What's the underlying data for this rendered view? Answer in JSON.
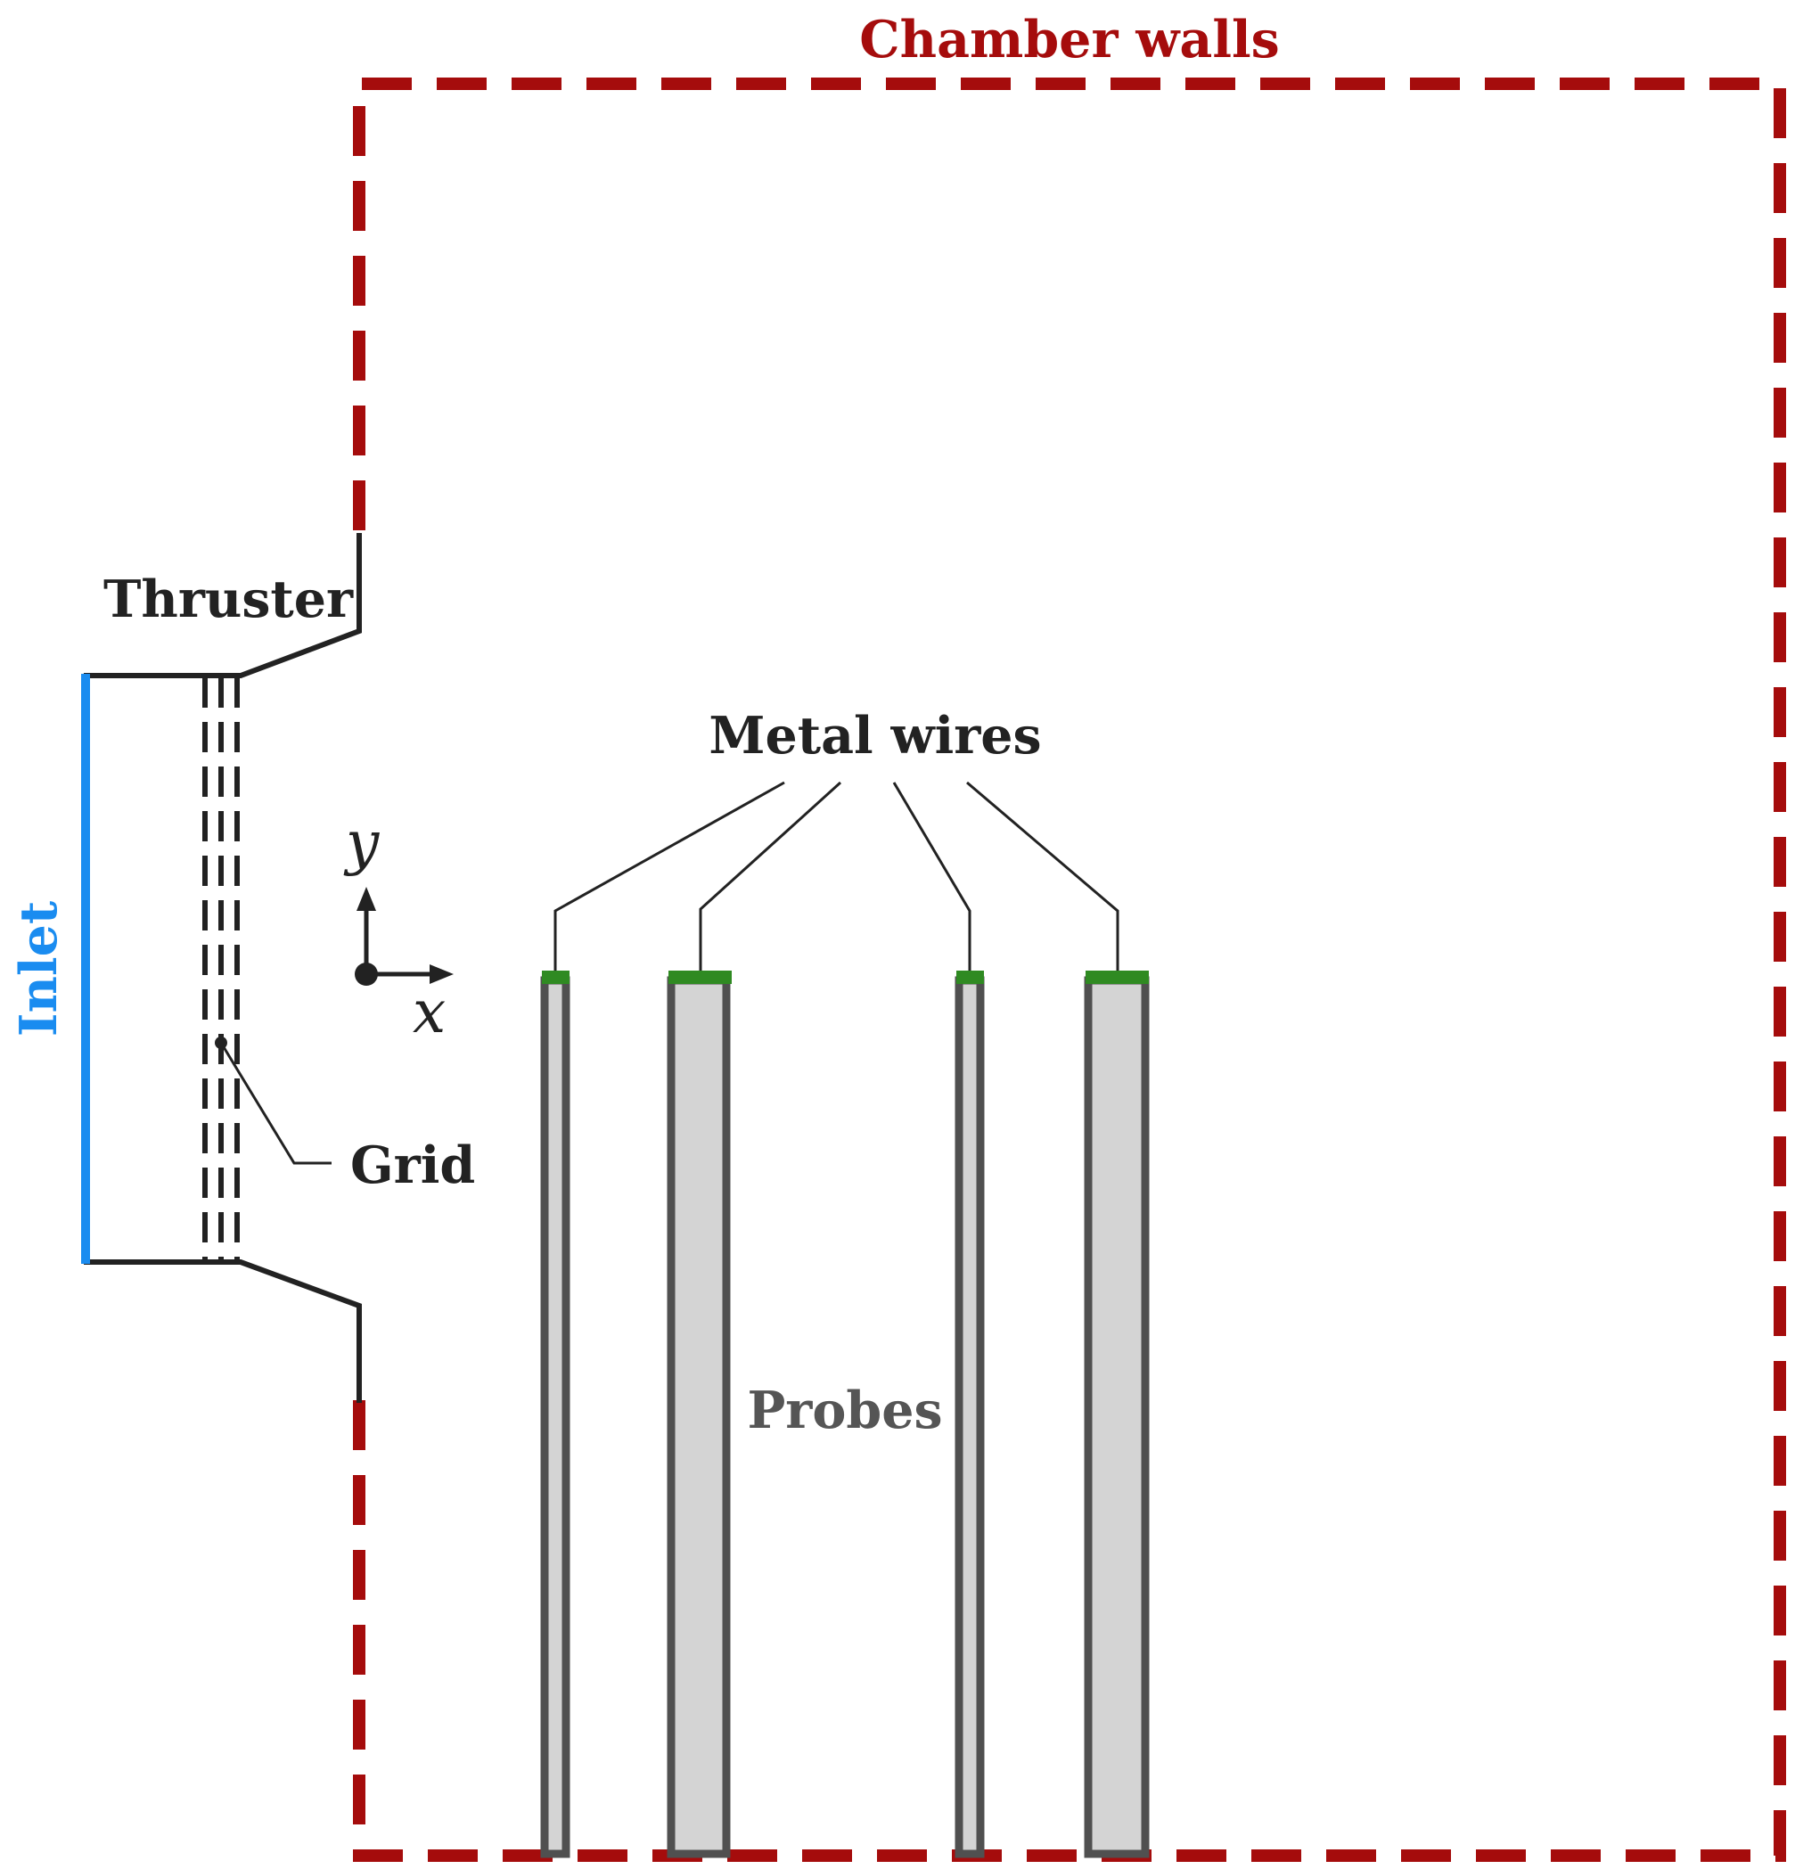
{
  "labels": {
    "chamber": "Chamber walls",
    "thruster": "Thruster",
    "metal_wires": "Metal wires",
    "inlet": "Inlet",
    "grid": "Grid",
    "probes": "Probes",
    "axis_x": "x",
    "axis_y": "y"
  },
  "colors": {
    "chamber_wall": "#a50c0c",
    "inlet": "#1a8cf0",
    "structure": "#222222",
    "probe_outline": "#505050",
    "probe_fill": "#d4d4d4",
    "metal_wire": "#2f8a22",
    "probes_text": "#555555"
  }
}
